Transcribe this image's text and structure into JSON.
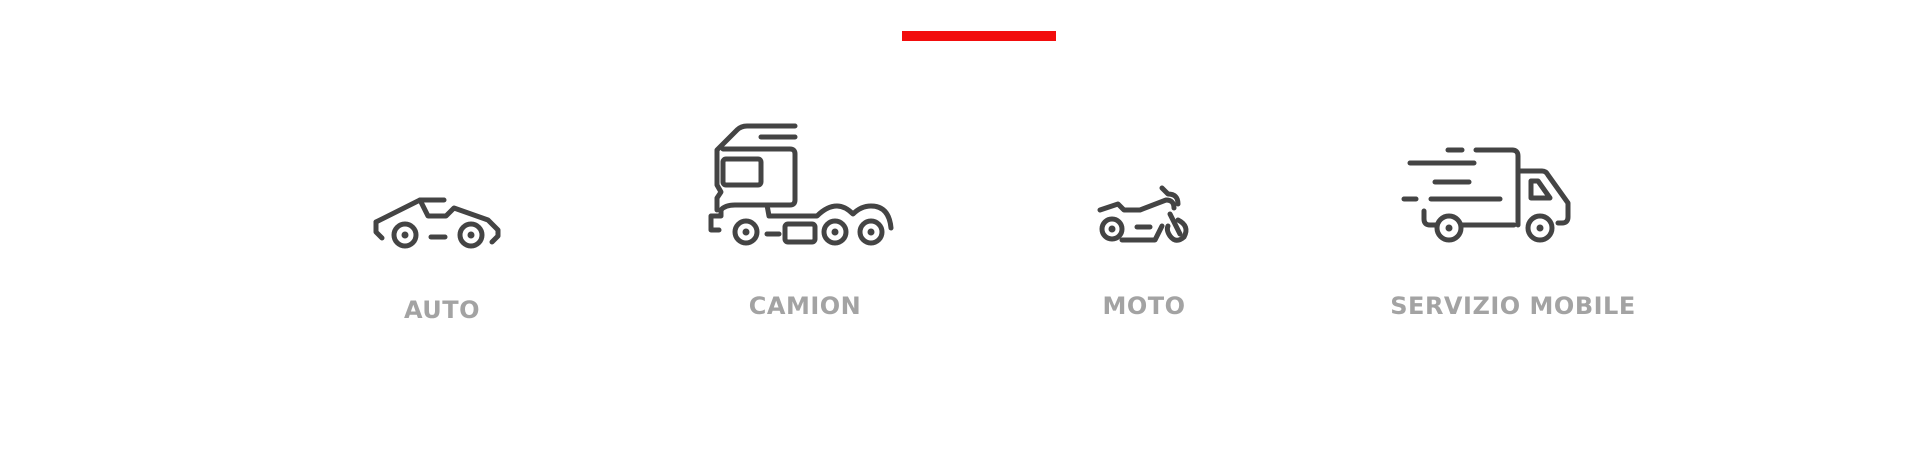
{
  "colors": {
    "accent": "#f20d0d",
    "icon": "#444444",
    "label": "#a3a3a3",
    "background": "#ffffff"
  },
  "services": [
    {
      "label": "AUTO",
      "icon": "car-icon"
    },
    {
      "label": "CAMION",
      "icon": "truck-icon"
    },
    {
      "label": "MOTO",
      "icon": "motorcycle-icon"
    },
    {
      "label": "SERVIZIO MOBILE",
      "icon": "delivery-van-icon"
    }
  ]
}
